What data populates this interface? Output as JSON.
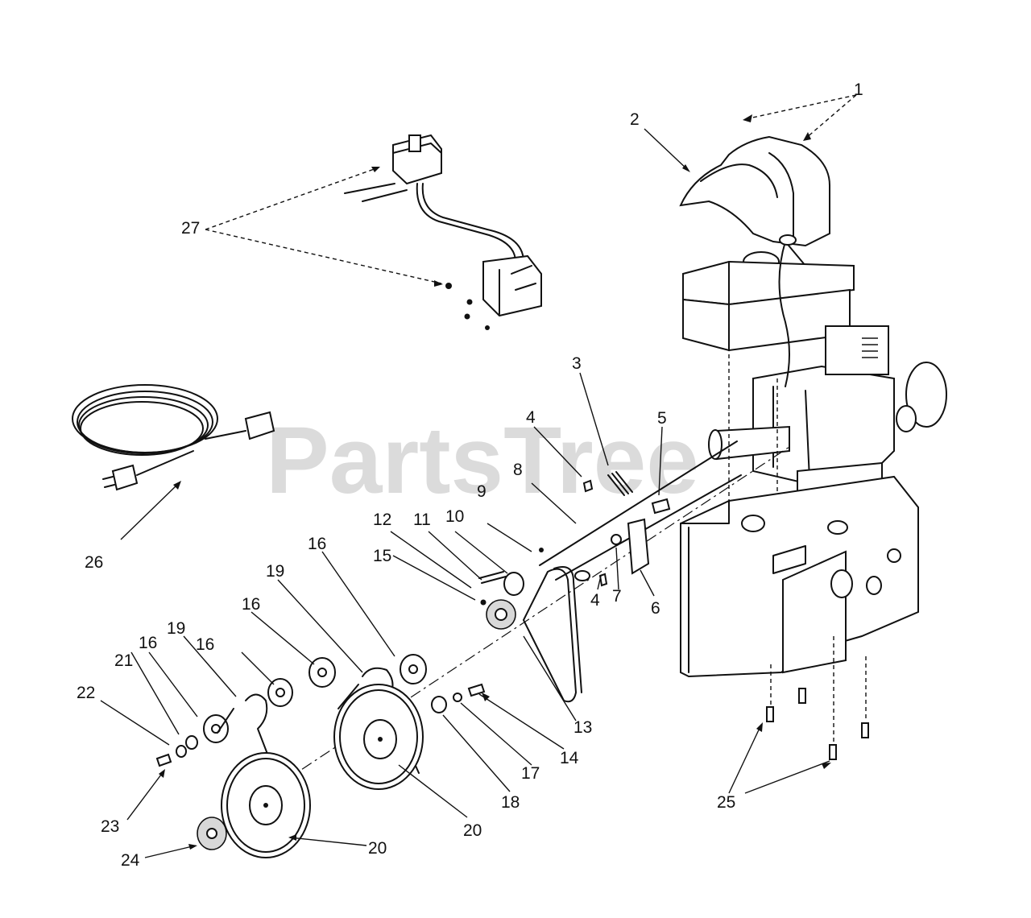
{
  "watermark": "PartsTree",
  "colors": {
    "ink": "#111111",
    "watermark": "#cfcfcf",
    "background": "#ffffff"
  },
  "callouts": {
    "c1": "1",
    "c2": "2",
    "c3": "3",
    "c4a": "4",
    "c4b": "4",
    "c5": "5",
    "c6": "6",
    "c7": "7",
    "c8": "8",
    "c9": "9",
    "c10": "10",
    "c11": "11",
    "c12": "12",
    "c13": "13",
    "c14": "14",
    "c15": "15",
    "c16a": "16",
    "c16b": "16",
    "c16c": "16",
    "c16d": "16",
    "c17": "17",
    "c18": "18",
    "c19a": "19",
    "c19b": "19",
    "c20a": "20",
    "c20b": "20",
    "c21": "21",
    "c22": "22",
    "c23": "23",
    "c24": "24",
    "c25": "25",
    "c26": "26",
    "c27": "27"
  }
}
